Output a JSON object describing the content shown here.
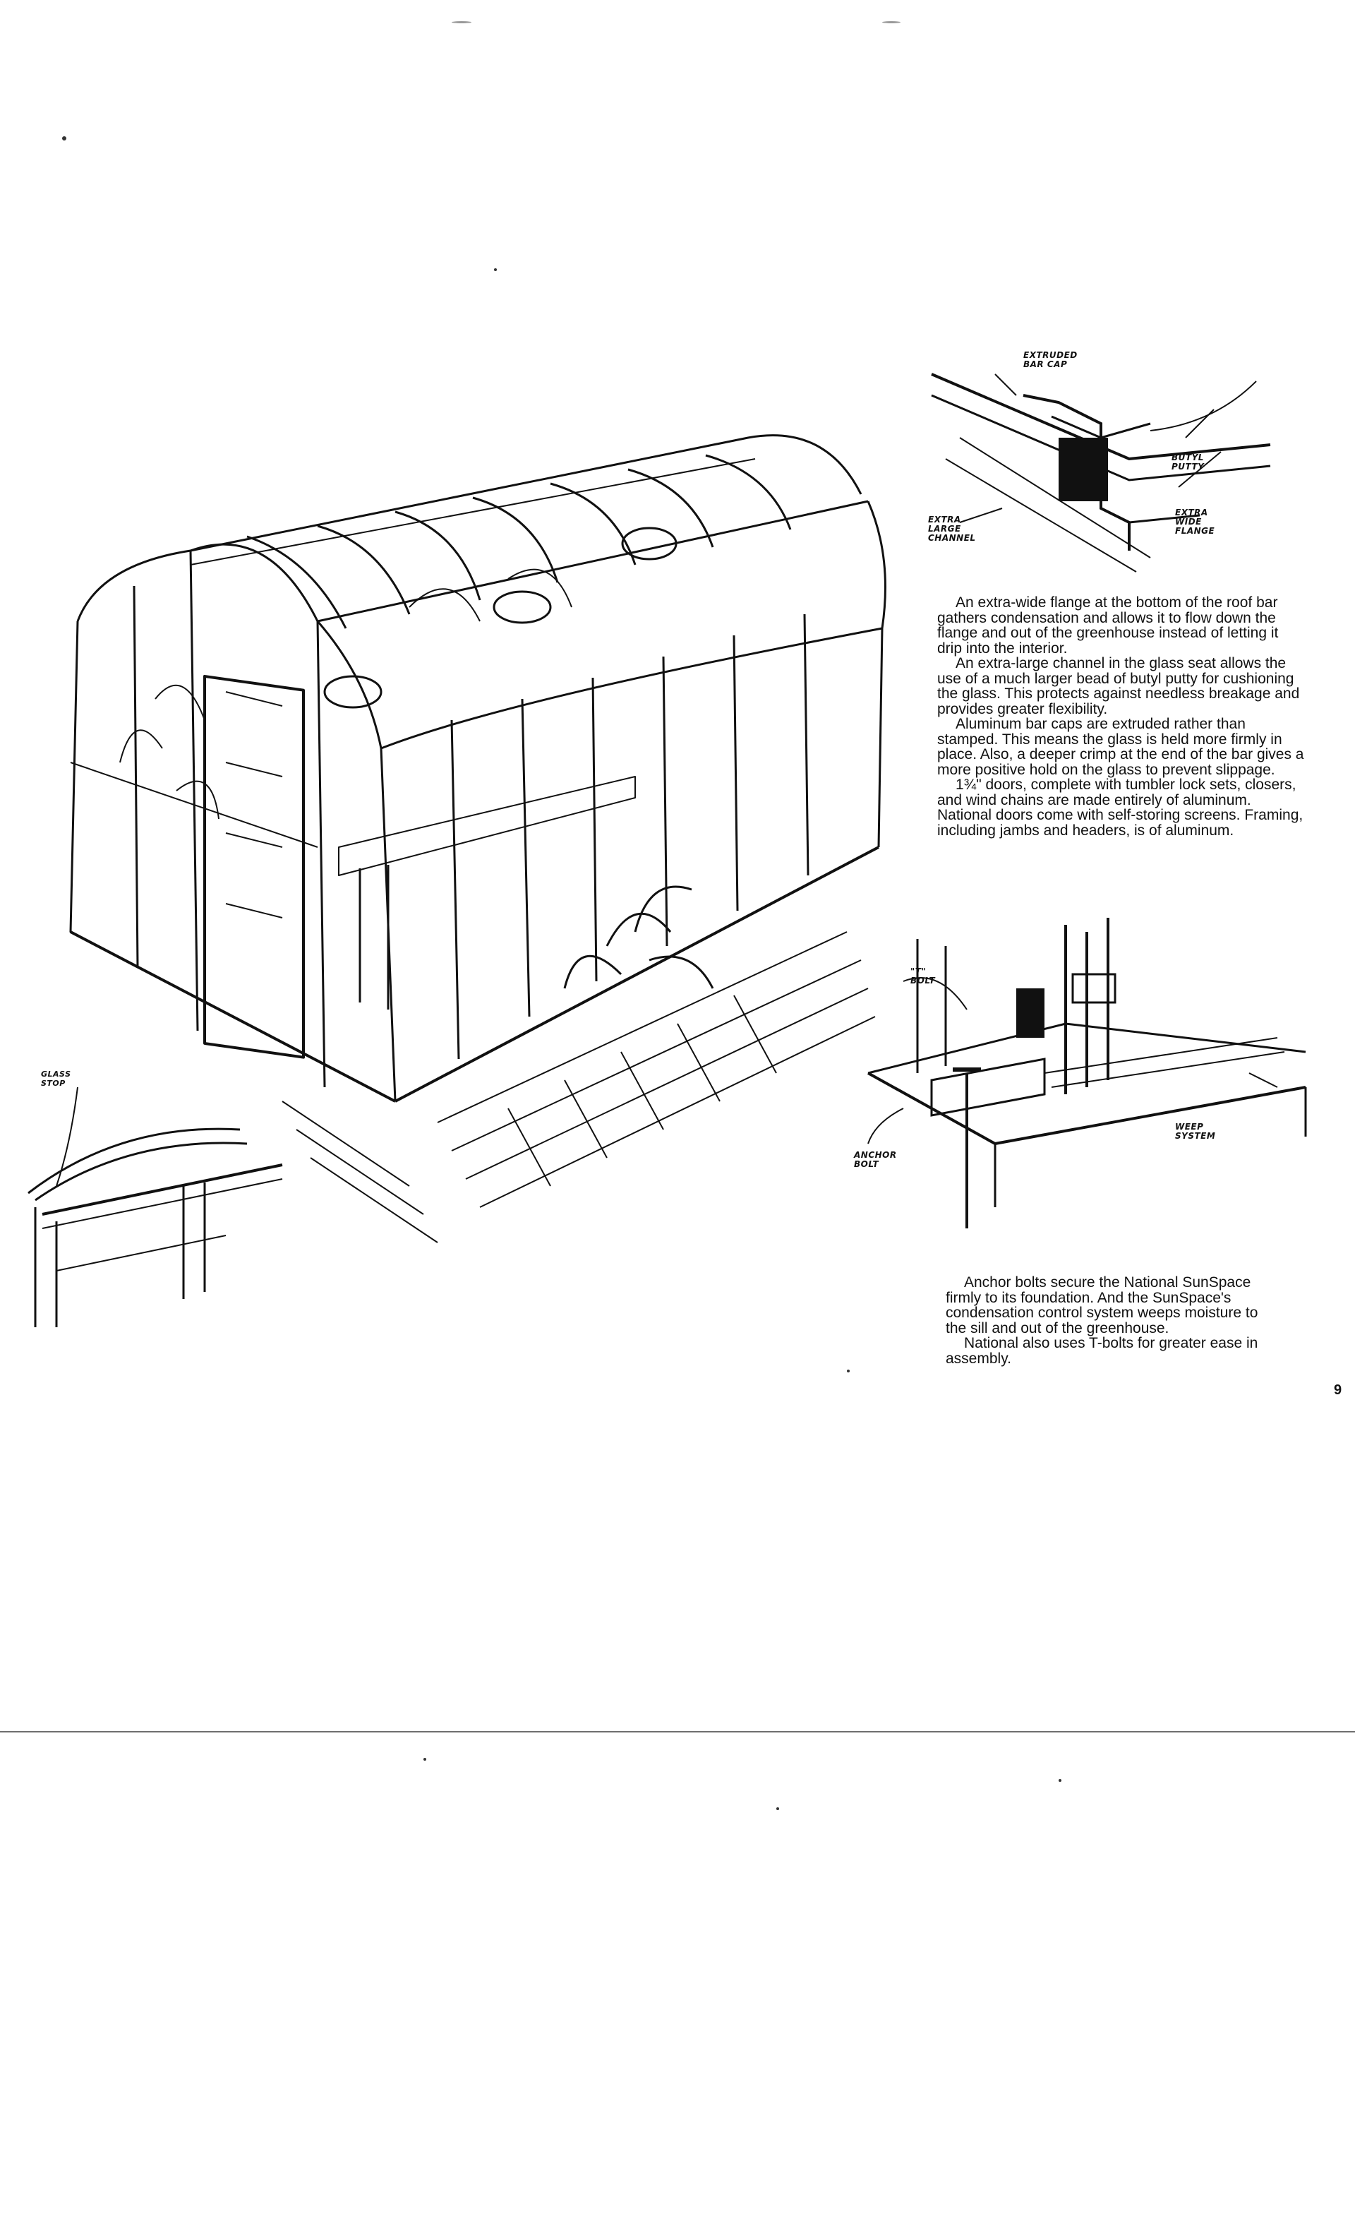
{
  "page": {
    "page_number": "9"
  },
  "callouts": {
    "extruded_bar_cap": "EXTRUDED BAR CAP",
    "butyl_putty": "BUTYL PUTTY",
    "extra_wide_flange": "EXTRA WIDE FLANGE",
    "extra_large_channel": "EXTRA LARGE CHANNEL",
    "t_bolt": "\"T\" BOLT",
    "weep_system": "WEEP SYSTEM",
    "anchor_bolt": "ANCHOR BOLT",
    "glass_stop": "GLASS STOP"
  },
  "text_upper": [
    "An extra-wide flange at the bottom of the roof bar gathers condensation and allows it to flow down the flange and out of the greenhouse instead of letting it drip into the interior.",
    "An extra-large channel in the glass seat allows the use of a much larger bead of butyl putty for cushioning the glass. This protects against needless breakage and provides greater flexibility.",
    "Aluminum bar caps are extruded rather than stamped. This means the glass is held more firmly in place. Also, a deeper crimp at the end of the bar gives a more positive hold on the glass to prevent slippage.",
    "1¾\" doors, complete with tumbler lock sets, closers, and wind chains are made entirely of aluminum. National doors come with self-storing screens. Framing, including jambs and headers, is of aluminum."
  ],
  "text_lower": [
    "Anchor bolts secure the National SunSpace firmly to its foundation. And the SunSpace's condensation control system weeps moisture to the sill and out of the greenhouse.",
    "National also uses T-bolts for greater ease in assembly."
  ]
}
